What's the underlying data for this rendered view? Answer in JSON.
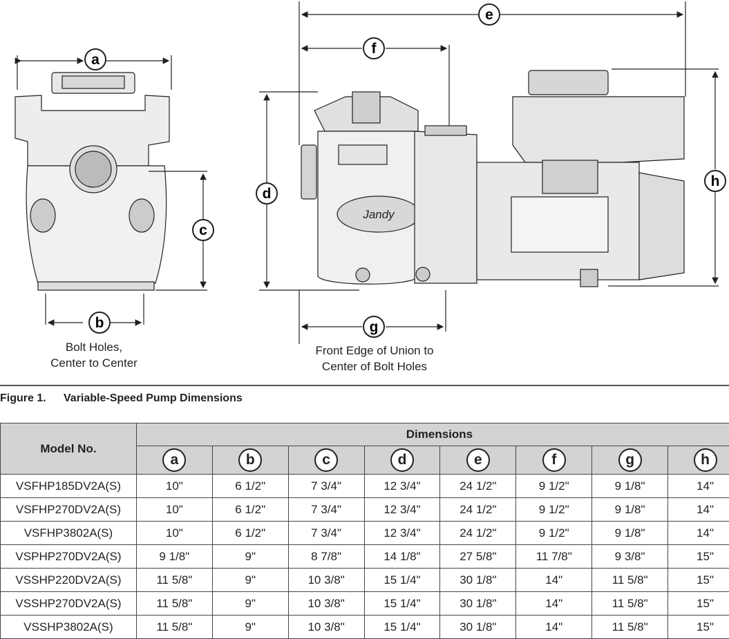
{
  "figure": {
    "letters": [
      "a",
      "b",
      "c",
      "d",
      "e",
      "f",
      "g",
      "h"
    ],
    "brand_text": "Jandy",
    "note_b_line1": "Bolt Holes,",
    "note_b_line2": "Center to Center",
    "note_g_line1": "Front Edge of Union to",
    "note_g_line2": "Center of Bolt Holes"
  },
  "caption": {
    "number": "Figure 1.",
    "title": "Variable-Speed Pump Dimensions"
  },
  "table": {
    "model_header": "Model No.",
    "group_header": "Dimensions",
    "columns": [
      "a",
      "b",
      "c",
      "d",
      "e",
      "f",
      "g",
      "h"
    ],
    "rows": [
      {
        "model": "VSFHP185DV2A(S)",
        "values": [
          "10\"",
          "6 1/2\"",
          "7 3/4\"",
          "12 3/4\"",
          "24 1/2\"",
          "9 1/2\"",
          "9 1/8\"",
          "14\""
        ]
      },
      {
        "model": "VSFHP270DV2A(S)",
        "values": [
          "10\"",
          "6 1/2\"",
          "7 3/4\"",
          "12 3/4\"",
          "24 1/2\"",
          "9 1/2\"",
          "9 1/8\"",
          "14\""
        ]
      },
      {
        "model": "VSFHP3802A(S)",
        "values": [
          "10\"",
          "6 1/2\"",
          "7 3/4\"",
          "12 3/4\"",
          "24 1/2\"",
          "9 1/2\"",
          "9 1/8\"",
          "14\""
        ]
      },
      {
        "model": "VSPHP270DV2A(S)",
        "values": [
          "9 1/8\"",
          "9\"",
          "8 7/8\"",
          "14 1/8\"",
          "27 5/8\"",
          "11 7/8\"",
          "9 3/8\"",
          "15\""
        ]
      },
      {
        "model": "VSSHP220DV2A(S)",
        "values": [
          "11 5/8\"",
          "9\"",
          "10 3/8\"",
          "15 1/4\"",
          "30 1/8\"",
          "14\"",
          "11 5/8\"",
          "15\""
        ]
      },
      {
        "model": "VSSHP270DV2A(S)",
        "values": [
          "11 5/8\"",
          "9\"",
          "10 3/8\"",
          "15 1/4\"",
          "30 1/8\"",
          "14\"",
          "11 5/8\"",
          "15\""
        ]
      },
      {
        "model": "VSSHP3802A(S)",
        "values": [
          "11 5/8\"",
          "9\"",
          "10 3/8\"",
          "15 1/4\"",
          "30 1/8\"",
          "14\"",
          "11 5/8\"",
          "15\""
        ]
      }
    ]
  }
}
